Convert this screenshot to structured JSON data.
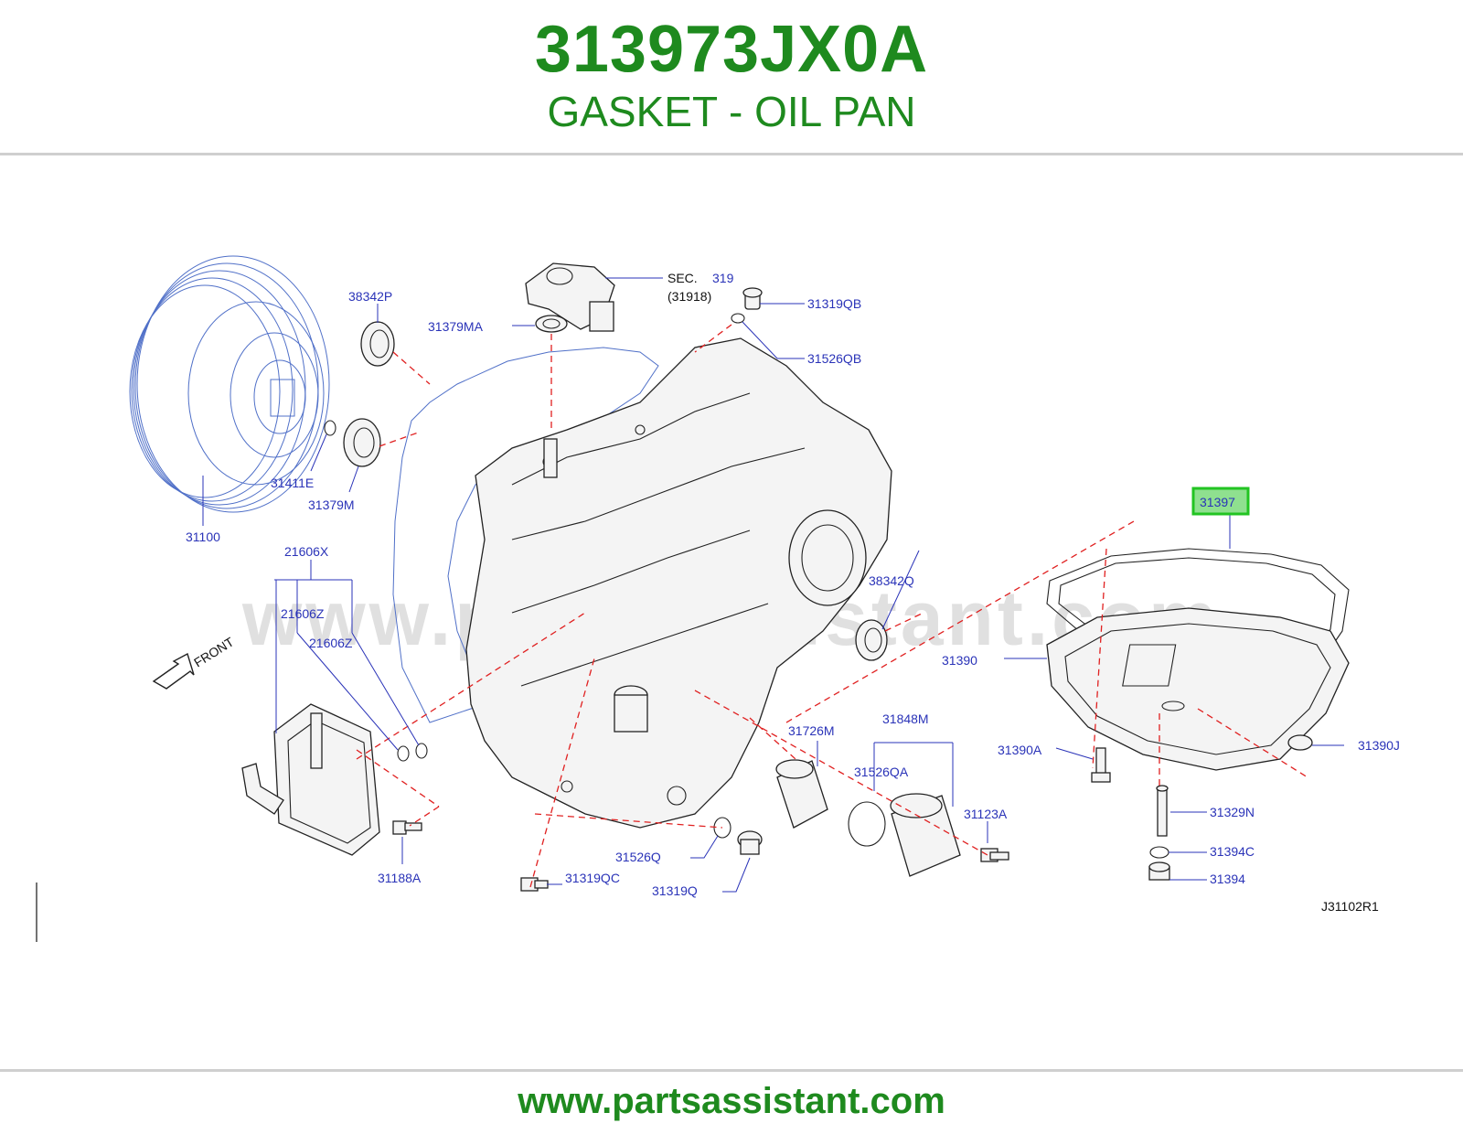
{
  "header": {
    "part_number": "313973JX0A",
    "part_name": "GASKET - OIL PAN"
  },
  "footer": {
    "url": "www.partsassistant.com"
  },
  "diagram": {
    "watermark": "www.partsassistant.com",
    "front_label": "FRONT",
    "sec_label": "SEC.",
    "sec_number": "319",
    "sec_sub": "(31918)",
    "drawing_code": "J31102R1",
    "highlighted_part": "31397",
    "labels": {
      "p38342P": "38342P",
      "p31379MA": "31379MA",
      "p31319QB": "31319QB",
      "p31526QB": "31526QB",
      "p31411E": "31411E",
      "p31379M": "31379M",
      "p31100": "31100",
      "p21606X": "21606X",
      "p21606Z_a": "21606Z",
      "p21606Z_b": "21606Z",
      "p38342Q": "38342Q",
      "p31390": "31390",
      "p31390A": "31390A",
      "p31390J": "31390J",
      "p31726M": "31726M",
      "p31848M": "31848M",
      "p31526QA": "31526QA",
      "p31123A": "31123A",
      "p31329N": "31329N",
      "p31394C": "31394C",
      "p31394": "31394",
      "p31526Q": "31526Q",
      "p31319QC": "31319QC",
      "p31319Q": "31319Q",
      "p31188A": "31188A"
    }
  },
  "colors": {
    "brand_green": "#1e8a1e",
    "label_blue": "#2a33b8",
    "highlight_green": "#22c422",
    "leader_red": "#e02020"
  }
}
